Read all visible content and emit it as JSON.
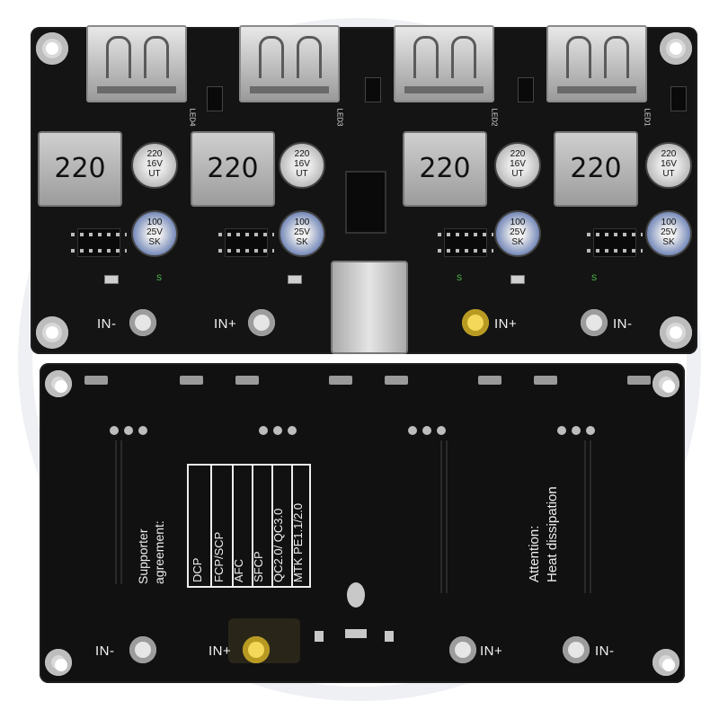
{
  "watermark_color": "#eef0f3",
  "board_color": "#141414",
  "top_board": {
    "inductor_label": "220",
    "cap_label_top": "220\n16V\nUT",
    "cap_label_blue": "100\n25V\nSK",
    "led_labels": [
      "LED4",
      "LED3",
      "LED2",
      "LED1"
    ],
    "smd_label": "S",
    "pins": [
      "IN-",
      "IN+",
      "IN+",
      "IN-"
    ]
  },
  "bottom_board": {
    "supporter_title": "Supporter\nagreement:",
    "protocols": [
      "DCP",
      "FCP/SCP",
      "AFC",
      "SFCP",
      "QC2.0/ QC3.0",
      "MTK PE1.1/2.0"
    ],
    "attention_title": "Attention:",
    "attention_text": "Heat dissipation",
    "pins": [
      "IN-",
      "IN+",
      "IN+",
      "IN-"
    ]
  }
}
